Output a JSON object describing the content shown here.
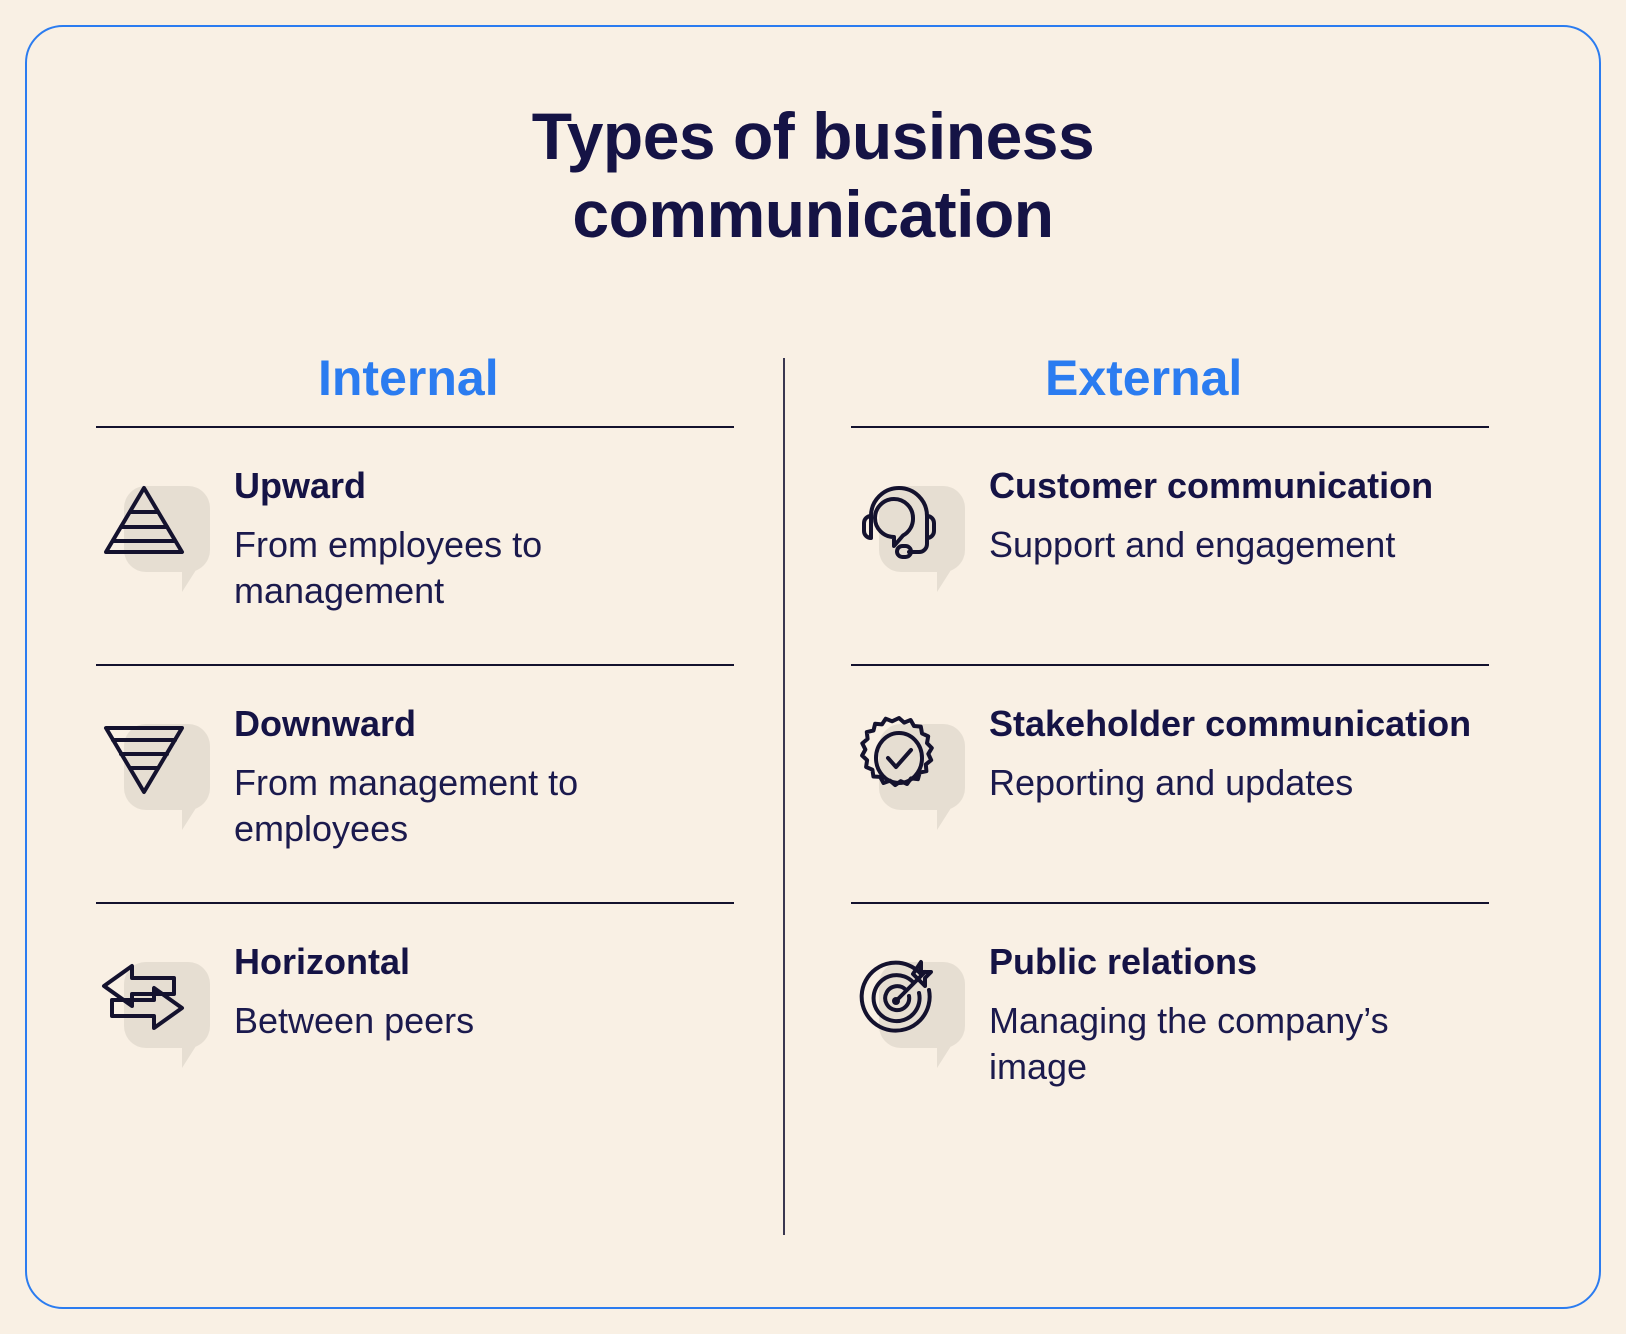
{
  "meta": {
    "title": "Types of business communication",
    "title_line1": "Types of business",
    "title_line2": "communication"
  },
  "colors": {
    "background": "#f9f0e4",
    "frame_border": "#2b7cf0",
    "heading_accent": "#2b7cf0",
    "text_dark": "#151345",
    "rule": "#14122e",
    "icon_bubble": "#e6ded2"
  },
  "columns": [
    {
      "id": "internal",
      "heading": "Internal",
      "items": [
        {
          "icon": "pyramid-up-icon",
          "title": "Upward",
          "description": "From employees to management"
        },
        {
          "icon": "pyramid-down-icon",
          "title": "Downward",
          "description": "From management to employees"
        },
        {
          "icon": "two-way-arrows-icon",
          "title": "Horizontal",
          "description": "Between peers"
        }
      ]
    },
    {
      "id": "external",
      "heading": "External",
      "items": [
        {
          "icon": "headset-chat-icon",
          "title": "Customer communication",
          "description": "Support and engagement"
        },
        {
          "icon": "badge-check-icon",
          "title": "Stakeholder communication",
          "description": "Reporting and updates"
        },
        {
          "icon": "target-arrow-icon",
          "title": "Public relations",
          "description": "Managing the company’s image"
        }
      ]
    }
  ]
}
